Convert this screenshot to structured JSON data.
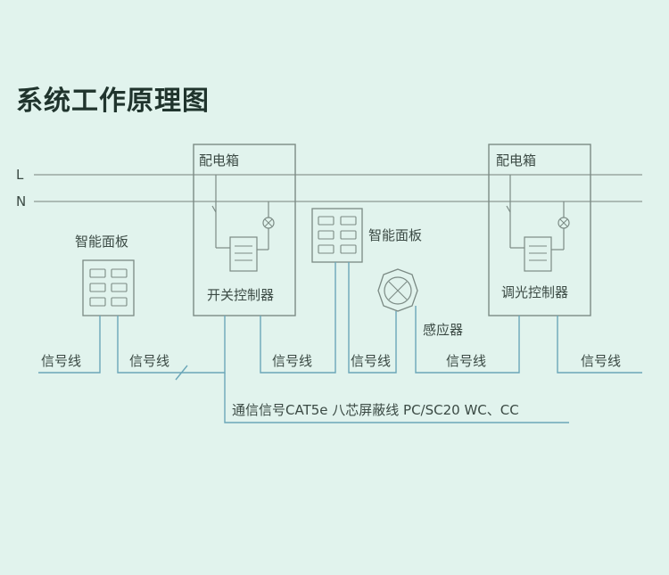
{
  "title": "系统工作原理图",
  "bus": {
    "line_l": "L",
    "line_n": "N"
  },
  "dist_box_left": {
    "label": "配电箱",
    "controller": "开关控制器"
  },
  "dist_box_right": {
    "label": "配电箱",
    "controller": "调光控制器"
  },
  "panel_left": {
    "label": "智能面板"
  },
  "panel_middle": {
    "label": "智能面板"
  },
  "sensor": {
    "label": "感应器"
  },
  "signal_labels": [
    "信号线",
    "信号线",
    "信号线",
    "信号线",
    "信号线",
    "信号线"
  ],
  "cable_note": "通信信号CAT5e  八芯屏蔽线  PC/SC20  WC、CC",
  "colors": {
    "background": "#e1f3ed",
    "title": "#20342d",
    "bus_line": "#9aa8a2",
    "box_outline": "#7b8a84",
    "signal_line": "#6aa6b8",
    "text": "#3b4a44"
  }
}
